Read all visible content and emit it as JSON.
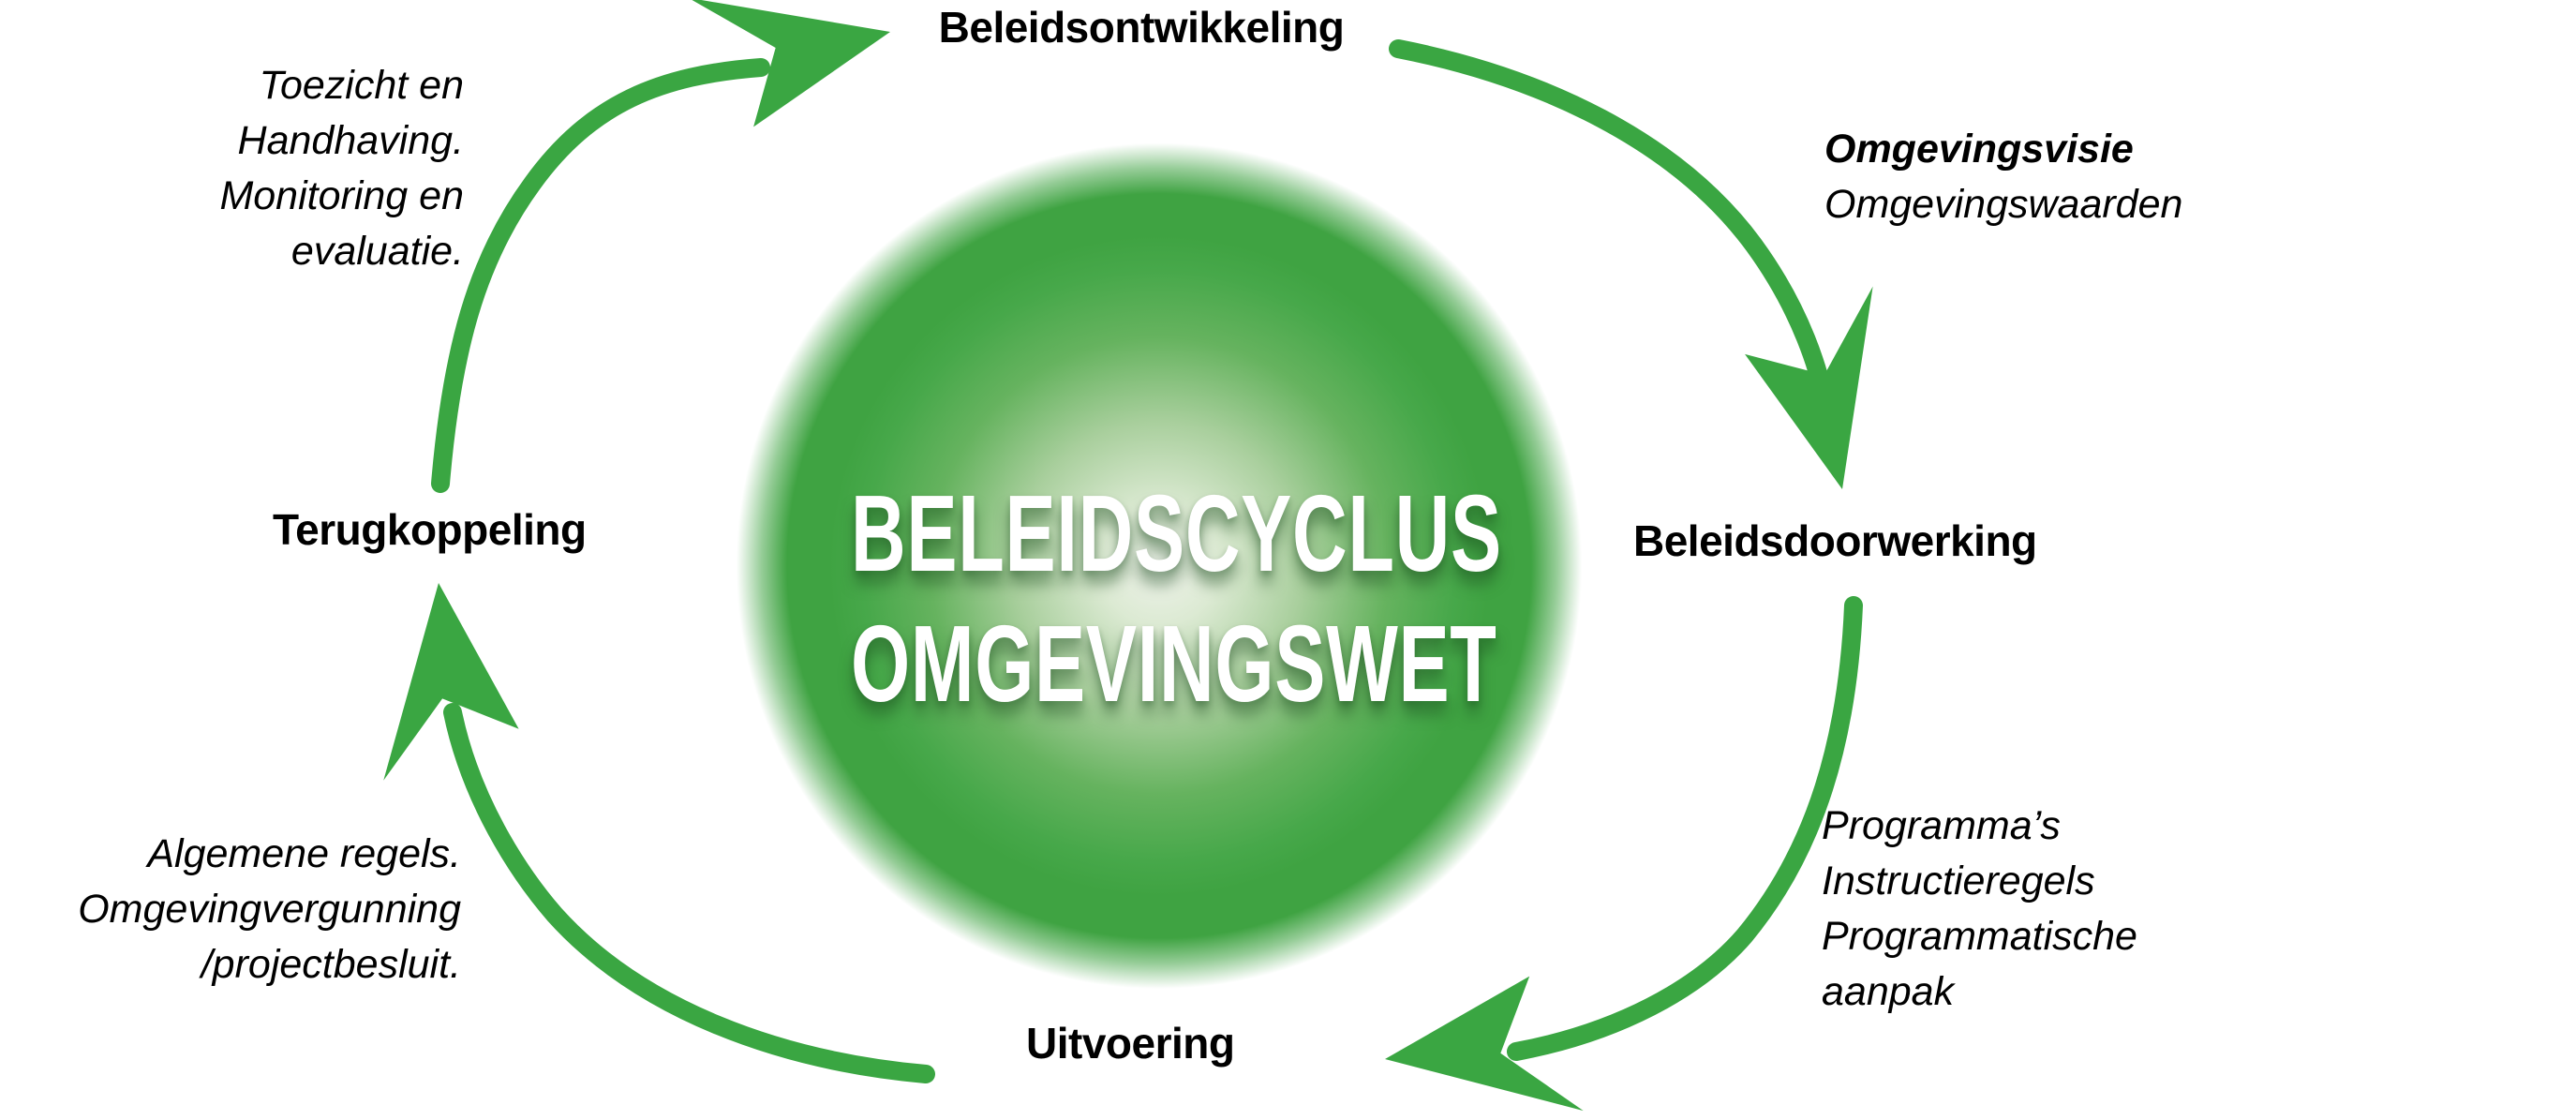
{
  "title": {
    "line1": "BELEIDSCYCLUS",
    "line2": "OMGEVINGSWET"
  },
  "stages": {
    "top": "Beleidsontwikkeling",
    "right": "Beleidsdoorwerking",
    "bottom": "Uitvoering",
    "left": "Terugkoppeling"
  },
  "annotations": {
    "top_left": {
      "lines": [
        "Toezicht en",
        "Handhaving.",
        "Monitoring en",
        "evaluatie."
      ]
    },
    "top_right": {
      "lines": [
        "Omgevingsvisie",
        "Omgevingswaarden"
      ]
    },
    "bottom_right": {
      "lines": [
        "Programma’s",
        "Instructieregels",
        "Programmatische",
        "aanpak"
      ]
    },
    "bottom_left": {
      "lines": [
        "Algemene regels.",
        "Omgevingvergunning",
        "/projectbesluit."
      ]
    }
  },
  "colors": {
    "arrow_green": "#3aa642",
    "ball_green": "#3fa342",
    "label_text": "#000000",
    "title_text": "#ffffff"
  }
}
